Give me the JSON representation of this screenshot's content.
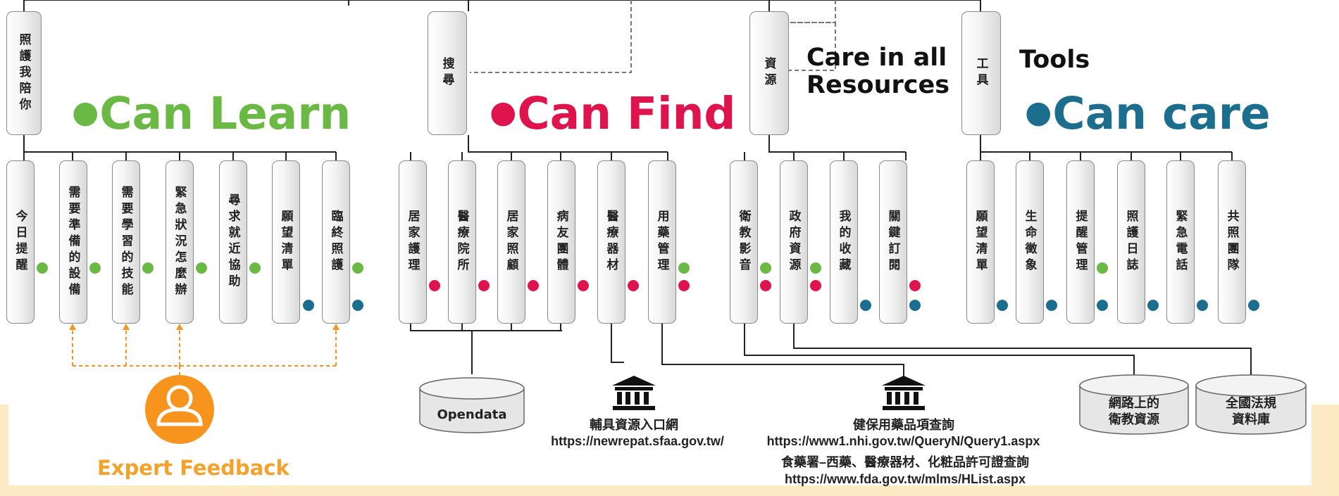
{
  "colors": {
    "learn": "#6ab945",
    "find": "#e0144c",
    "care": "#1b6e8d",
    "expert": "#f7941d"
  },
  "top_nodes": [
    {
      "id": "t1",
      "label": "照護我陪你"
    },
    {
      "id": "t2",
      "label": "搜尋"
    },
    {
      "id": "t3",
      "label": "資源"
    },
    {
      "id": "t4",
      "label": "工具"
    }
  ],
  "headers": {
    "learn": "Can Learn",
    "find": "Can Find",
    "care": "Can care",
    "resources": [
      "Care in all",
      "Resources"
    ],
    "tools": "Tools",
    "bullet": "●"
  },
  "groups": {
    "learn": [
      {
        "label": "今日提醒",
        "dots": [
          "green"
        ]
      },
      {
        "label": "需要準備的設備",
        "dots": [
          "green"
        ]
      },
      {
        "label": "需要學習的技能",
        "dots": [
          "green"
        ]
      },
      {
        "label": "緊急狀況怎麼辦",
        "dots": [
          "green"
        ]
      },
      {
        "label": "尋求就近協助",
        "dots": [
          "green"
        ]
      },
      {
        "label": "願望清單",
        "dots": [
          "blue"
        ]
      },
      {
        "label": "臨終照護",
        "dots": [
          "green",
          "blue"
        ]
      }
    ],
    "find": [
      {
        "label": "居家護理",
        "dots": [
          "red"
        ]
      },
      {
        "label": "醫療院所",
        "dots": [
          "red"
        ]
      },
      {
        "label": "居家照顧",
        "dots": [
          "red"
        ]
      },
      {
        "label": "病友團體",
        "dots": [
          "red"
        ]
      },
      {
        "label": "醫療器材",
        "dots": [
          "red"
        ]
      },
      {
        "label": "用藥管理",
        "dots": [
          "green",
          "red"
        ]
      }
    ],
    "resources": [
      {
        "label": "衛教影音",
        "dots": [
          "green",
          "red"
        ]
      },
      {
        "label": "政府資源",
        "dots": [
          "green",
          "red"
        ]
      },
      {
        "label": "我的收藏",
        "dots": [
          "blue"
        ]
      },
      {
        "label": "關鍵訂閱",
        "dots": [
          "red",
          "blue"
        ]
      }
    ],
    "tools": [
      {
        "label": "願望清單",
        "dots": [
          "blue"
        ]
      },
      {
        "label": "生命徵象",
        "dots": [
          "blue"
        ]
      },
      {
        "label": "提醒管理",
        "dots": [
          "green",
          "blue"
        ]
      },
      {
        "label": "照護日誌",
        "dots": [
          "blue"
        ]
      },
      {
        "label": "緊急電話",
        "dots": [
          "blue"
        ]
      },
      {
        "label": "共照團隊",
        "dots": [
          "blue"
        ]
      }
    ]
  },
  "databases": {
    "opendata": "Opendata",
    "web_edu": [
      "網路上的",
      "衛教資源"
    ],
    "law_db": [
      "全國法規",
      "資料庫"
    ]
  },
  "gov_sources": {
    "assistive": {
      "name": "輔具資源入口網",
      "url": "https://newrepat.sfaa.gov.tw/"
    },
    "nhi": {
      "name": "健保用藥品項查詢",
      "url": "https://www1.nhi.gov.tw/QueryN/Query1.aspx",
      "name2": "食藥署–西藥、醫療器材、化粧品許可證查詢",
      "url2": "https://www.fda.gov.tw/mlms/HList.aspx"
    }
  },
  "expert": {
    "label": "Expert Feedback"
  }
}
